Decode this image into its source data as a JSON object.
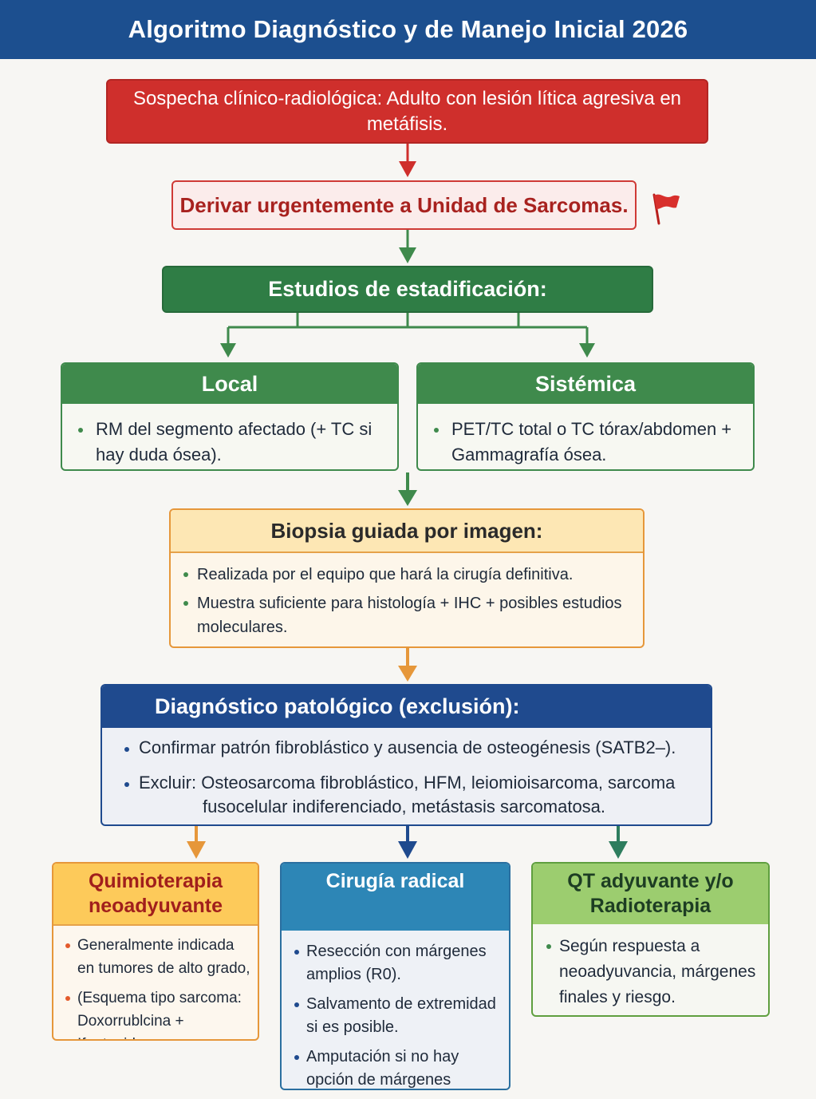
{
  "header": {
    "title": "Algoritmo Diagnóstico y de Manejo Inicial 2026"
  },
  "suspicion": {
    "text": "Sospecha clínico-radiológica: Adulto con lesión lítica agresiva en metáfisis."
  },
  "referral": {
    "text": "Derivar urgentemente a Unidad de Sarcomas."
  },
  "staging": {
    "title": "Estudios de estadificación:"
  },
  "local": {
    "title": "Local",
    "items": [
      "RM del segmento afectado (+ TC si hay duda ósea)."
    ]
  },
  "systemic": {
    "title": "Sistémica",
    "items": [
      "PET/TC total o TC tórax/abdomen + Gammagrafía ósea."
    ]
  },
  "biopsy": {
    "title": "Biopsia guiada por imagen:",
    "items": [
      "Realizada por el equipo que hará la cirugía definitiva.",
      "Muestra suficiente para histología + IHC + posibles estudios moleculares."
    ]
  },
  "pathology": {
    "title": "Diagnóstico patológico (exclusión):",
    "item1": "Confirmar patrón fibroblástico y ausencia de osteogénesis (SATB2–).",
    "item2_line1": "Excluir: Osteosarcoma fibroblástico, HFM, leiomioisarcoma, sarcoma",
    "item2_line2": "fusocelular indiferenciado, metástasis sarcomatosa."
  },
  "chemo": {
    "title": "Quimioterapia neoadyuvante",
    "items": [
      "Generalmente indicada en tumores de alto grado,",
      "(Esquema tipo sarcoma: Doxorrublcina + Ifeotanida:"
    ]
  },
  "surgery": {
    "title": "Cirugía radical",
    "items": [
      "Resección con márgenes amplios (R0).",
      "Salvamento de extremidad si es posible.",
      "Amputación si no hay opción de márgenes seguros."
    ]
  },
  "adjuvant": {
    "title": "QT adyuvante y/o Radioterapia",
    "items": [
      "Según respuesta a neoadyuvancia, márgenes finales y riesgo."
    ]
  },
  "colors": {
    "header": "#1c4f8f",
    "alert_red": "#cf2f2c",
    "staging_green": "#2f7d45",
    "biopsy_orange": "#e6973a",
    "pathology_blue": "#1f4a8e",
    "surgery_blue": "#2d86b6",
    "adjuvant_green": "#9ccd6f"
  },
  "icons": {
    "referral_flag": "red-flag-icon"
  }
}
